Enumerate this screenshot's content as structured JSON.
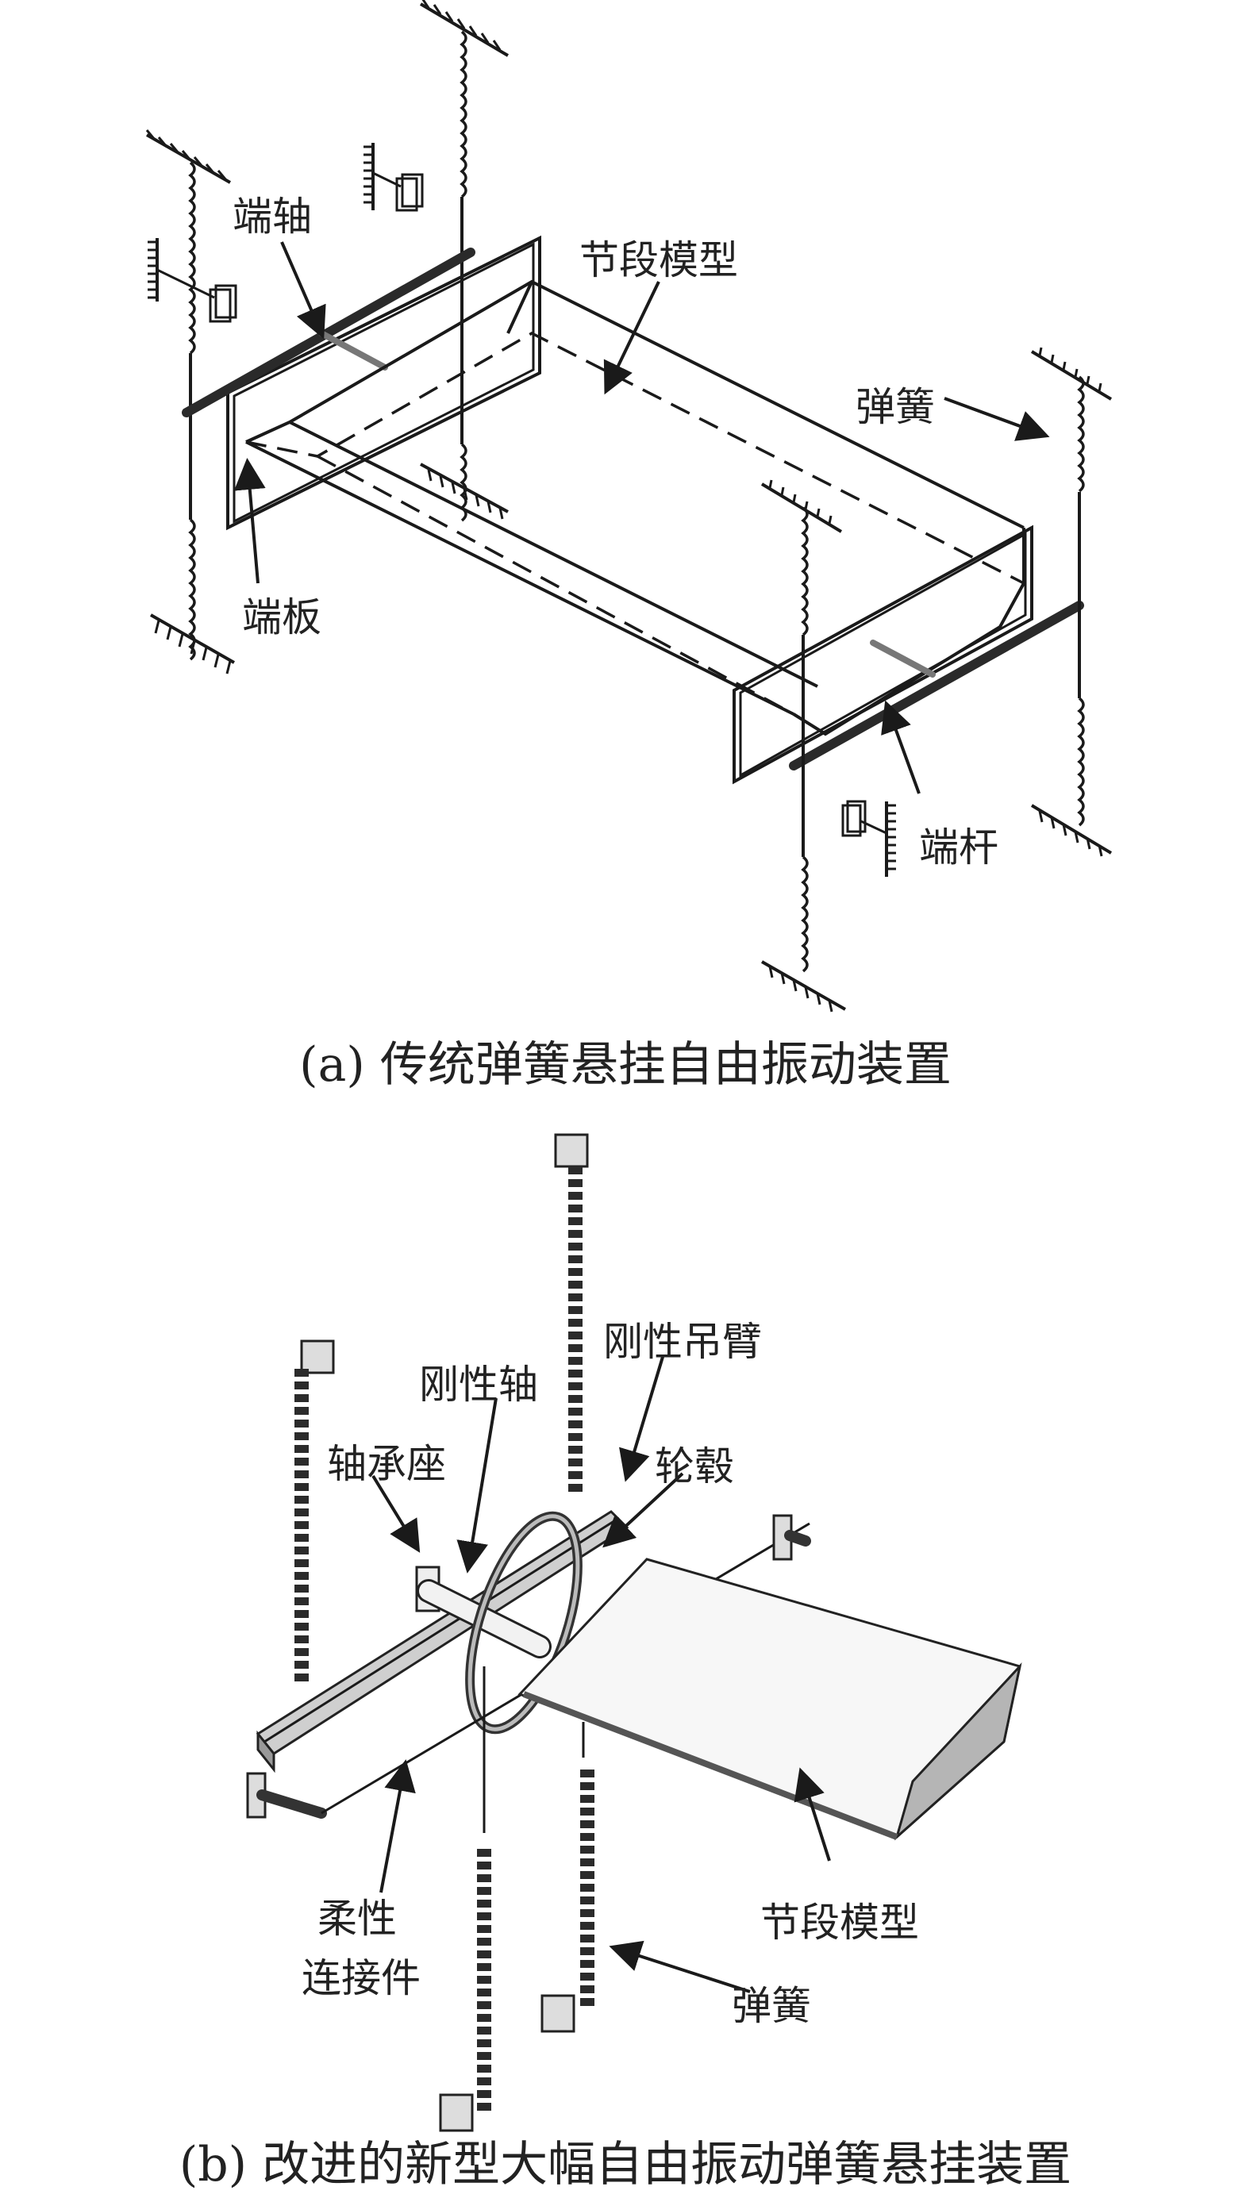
{
  "figure_a": {
    "caption": "(a) 传统弹簧悬挂自由振动装置",
    "labels": {
      "end_shaft": "端轴",
      "section_model": "节段模型",
      "spring": "弹簧",
      "end_plate": "端板",
      "end_rod": "端杆"
    }
  },
  "figure_b": {
    "caption": "(b) 改进的新型大幅自由振动弹簧悬挂装置",
    "labels": {
      "rigid_arm": "刚性吊臂",
      "rigid_shaft": "刚性轴",
      "bearing_seat": "轴承座",
      "hub": "轮毂",
      "flexible_line1": "柔性",
      "flexible_line2": "连接件",
      "section_model": "节段模型",
      "spring": "弹簧"
    }
  },
  "colors": {
    "ink": "#1a1a1a",
    "model_face": "#f4f4f4",
    "model_side": "#b5b5b5"
  }
}
